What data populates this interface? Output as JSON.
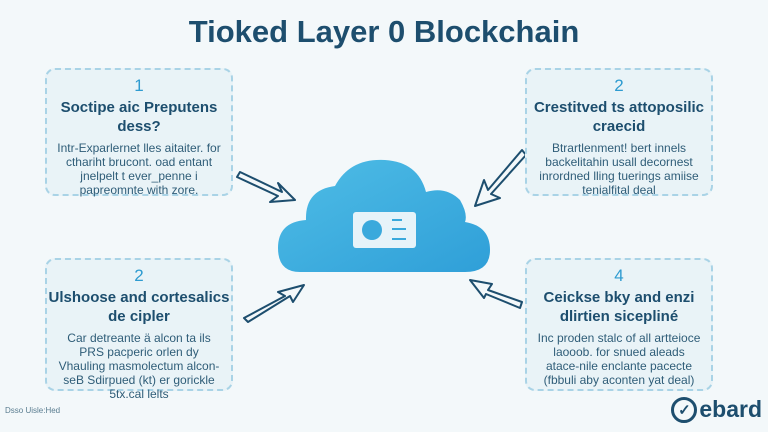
{
  "title": "Tioked Layer 0 Blockchain",
  "steps": [
    {
      "number": "1",
      "heading": "Soctipe aic Preputens dess?",
      "body": "Intr-Exparlernet lles aitaiter. for cthariht brucont. oad entant jnelpelt t ever_penne i papreomnte with zore."
    },
    {
      "number": "2",
      "heading": "Crestitved ts attoposilic craecid",
      "body": "Btrartlenment! bert innels backelitahin usall decornest inrordned lling tuerings amiise tenialfital deal"
    },
    {
      "number": "2",
      "heading": "Ulshoose and cortesalics de cipler",
      "body": "Car detreante ä alcon ta ils PRS pacperic orlen dy Vhauling masmolectum alcon-seB Sdirpued (kt) er gorickle 5tx.cal lelts"
    },
    {
      "number": "4",
      "heading": "Ceickse bky and enzi dlirtien sicepliné",
      "body": "Inc proden stalc of all artteioce laooob. for snued aleads atace-nile enclante pacecte (fbbuli aby aconten yat deal)"
    }
  ],
  "footer_text": "Dsso Uisle:Hed",
  "logo_text": "ebard",
  "colors": {
    "title": "#1d4e6e",
    "accent": "#2e9bd0",
    "cloud": "#3ab4e2"
  }
}
